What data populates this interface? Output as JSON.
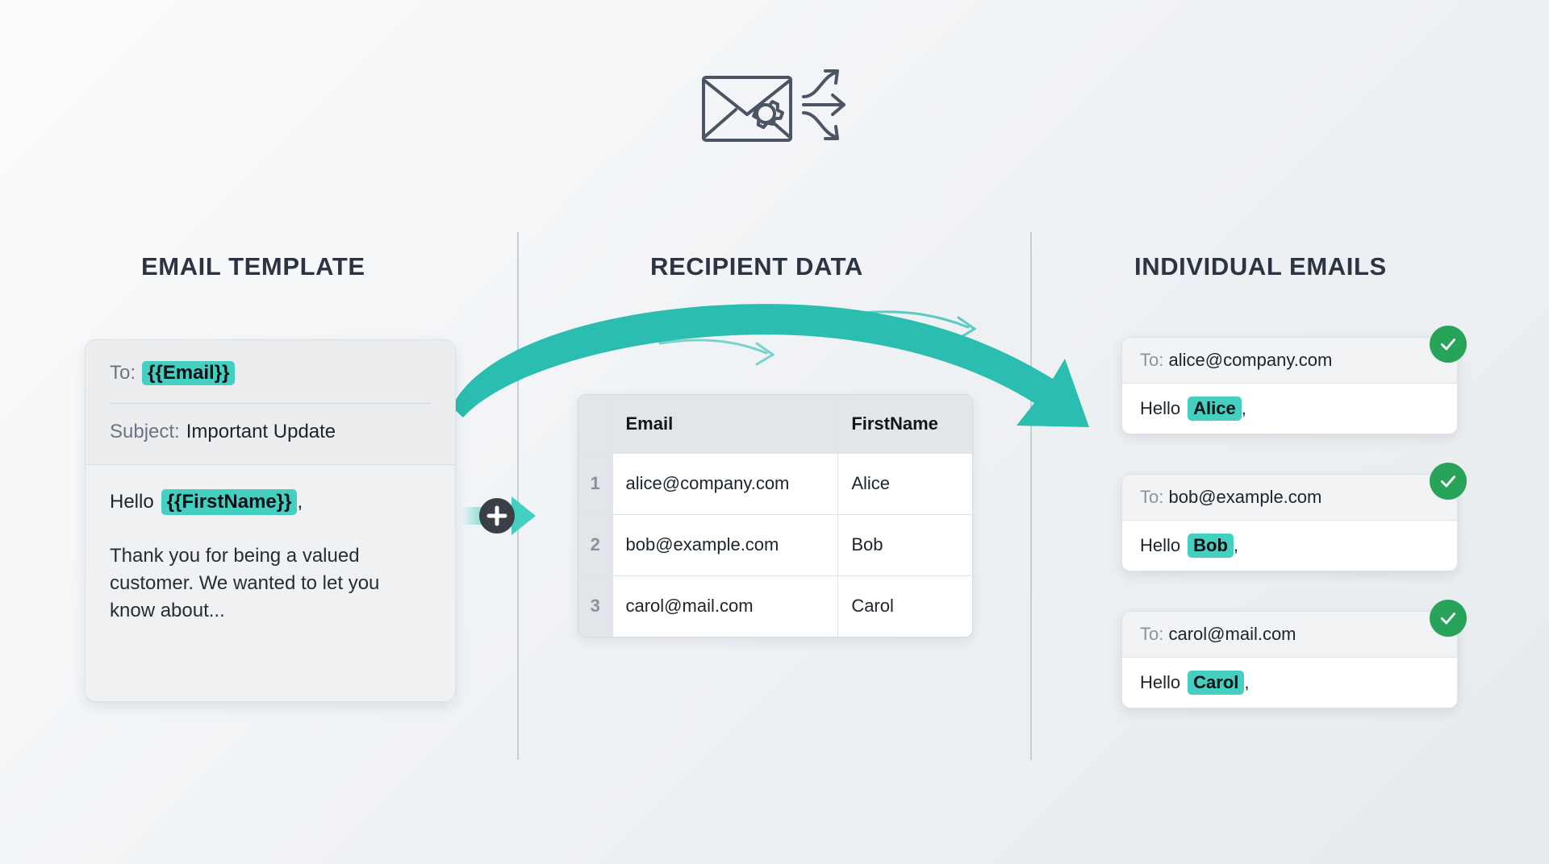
{
  "diagram": {
    "header_icon": "envelope-gear-distribute-icon",
    "columns": [
      {
        "title": "EMAIL TEMPLATE"
      },
      {
        "title": "RECIPIENT DATA"
      },
      {
        "title": "INDIVIDUAL EMAILS"
      }
    ]
  },
  "template": {
    "to_label": "To:",
    "to_value": "{{Email}}",
    "subject_label": "Subject:",
    "subject_value": "Important Update",
    "greeting_prefix": "Hello",
    "greeting_token": "{{FirstName}}",
    "greeting_suffix": ",",
    "body_text": "Thank you for being a valued customer. We wanted to let you know about..."
  },
  "merge": {
    "plus_symbol": "+",
    "connector_icon": "merge-plus-arrow-icon"
  },
  "recipients": {
    "columns": [
      "Email",
      "FirstName"
    ],
    "rows": [
      {
        "index": "1",
        "email": "alice@company.com",
        "firstname": "Alice"
      },
      {
        "index": "2",
        "email": "bob@example.com",
        "firstname": "Bob"
      },
      {
        "index": "3",
        "email": "carol@mail.com",
        "firstname": "Carol"
      }
    ]
  },
  "outputs": {
    "to_label": "To:",
    "greeting_prefix": "Hello",
    "greeting_suffix": ",",
    "status_icon": "check-circle-icon",
    "cards": [
      {
        "to": "alice@company.com",
        "name": "Alice"
      },
      {
        "to": "bob@example.com",
        "name": "Bob"
      },
      {
        "to": "carol@mail.com",
        "name": "Carol"
      }
    ]
  },
  "colors": {
    "accent_teal": "#45cfc0",
    "arrow_teal": "#2bbdb0",
    "success_green": "#27a35a",
    "text_dark": "#1d242c",
    "text_muted": "#8b939c",
    "background": "#eef1f4"
  }
}
